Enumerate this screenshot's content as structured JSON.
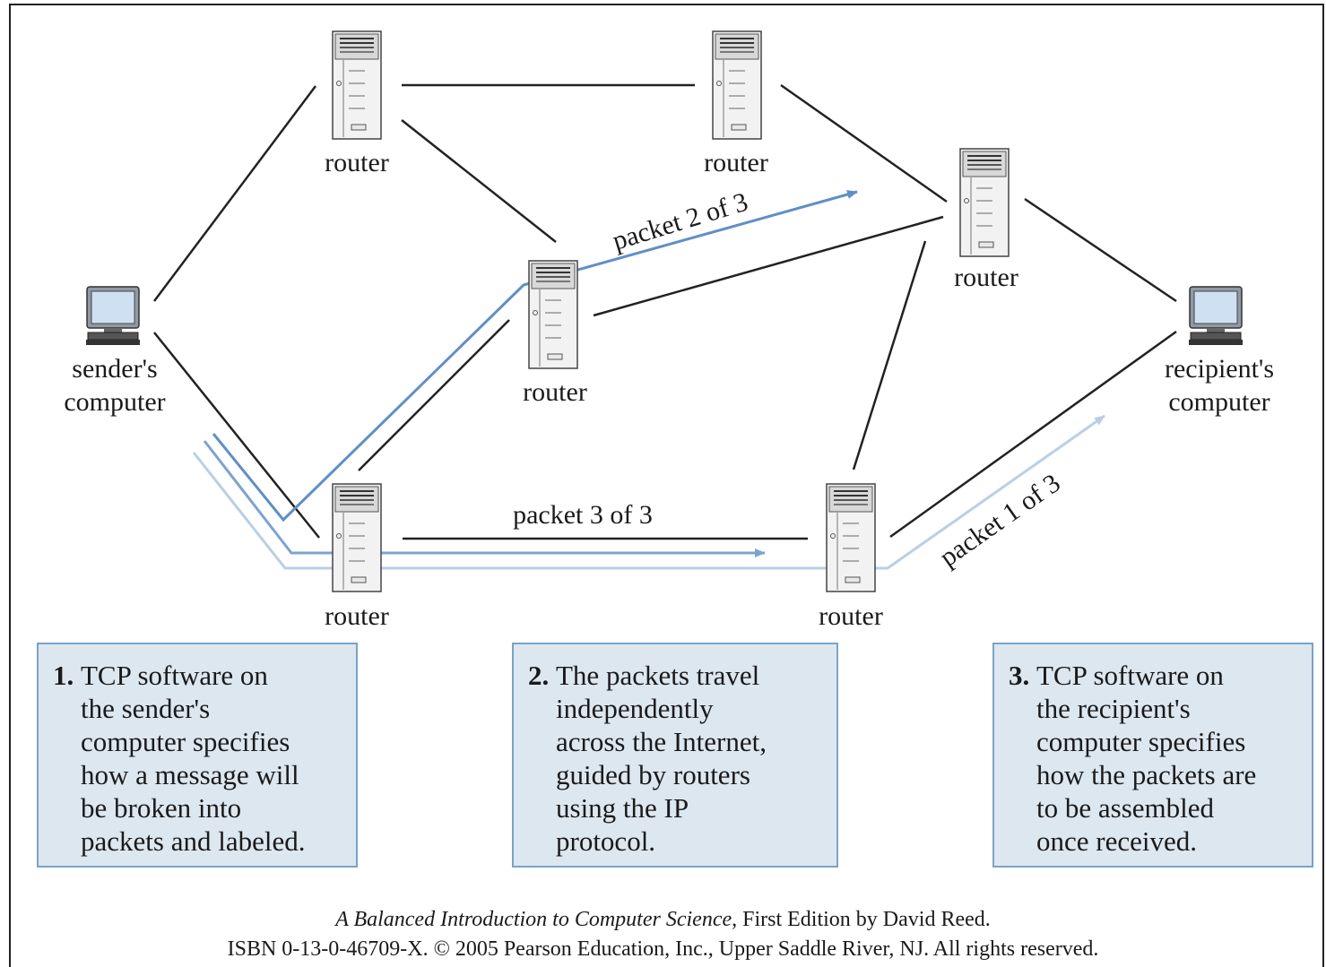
{
  "nodes": {
    "sender": {
      "label_line1": "sender's",
      "label_line2": "computer"
    },
    "recipient": {
      "label_line1": "recipient's",
      "label_line2": "computer"
    },
    "router_top_left": {
      "label": "router"
    },
    "router_top_right": {
      "label": "router"
    },
    "router_center": {
      "label": "router"
    },
    "router_right": {
      "label": "router"
    },
    "router_bottom_left": {
      "label": "router"
    },
    "router_bottom_right": {
      "label": "router"
    }
  },
  "packets": {
    "packet1": {
      "label": "packet 1 of 3",
      "color": "#b9cfe6"
    },
    "packet2": {
      "label": "packet 2 of 3",
      "color": "#5f8fc7"
    },
    "packet3": {
      "label": "packet 3 of 3",
      "color": "#7da3cf"
    }
  },
  "steps": [
    {
      "number": "1.",
      "text": "TCP software on\nthe sender's\ncomputer specifies\nhow a message will\nbe broken into\npackets and labeled."
    },
    {
      "number": "2.",
      "text": "The packets travel\nindependently\nacross the Internet,\nguided by routers\nusing the IP\nprotocol."
    },
    {
      "number": "3.",
      "text": "TCP software on\nthe recipient's\ncomputer specifies\nhow the packets are\nto be assembled\nonce received."
    }
  ],
  "credits": {
    "book_title": "A Balanced Introduction to Computer Science",
    "edition": ", First Edition by David Reed.",
    "line2": "ISBN 0-13-0-46709-X. © 2005 Pearson Education, Inc., Upper Saddle River, NJ. All rights reserved."
  },
  "colors": {
    "line": "#222222",
    "box_fill": "#dde7f0",
    "box_border": "#7aa3c4"
  },
  "icons": {
    "router": "server-tower-icon",
    "computer": "desktop-computer-icon"
  }
}
